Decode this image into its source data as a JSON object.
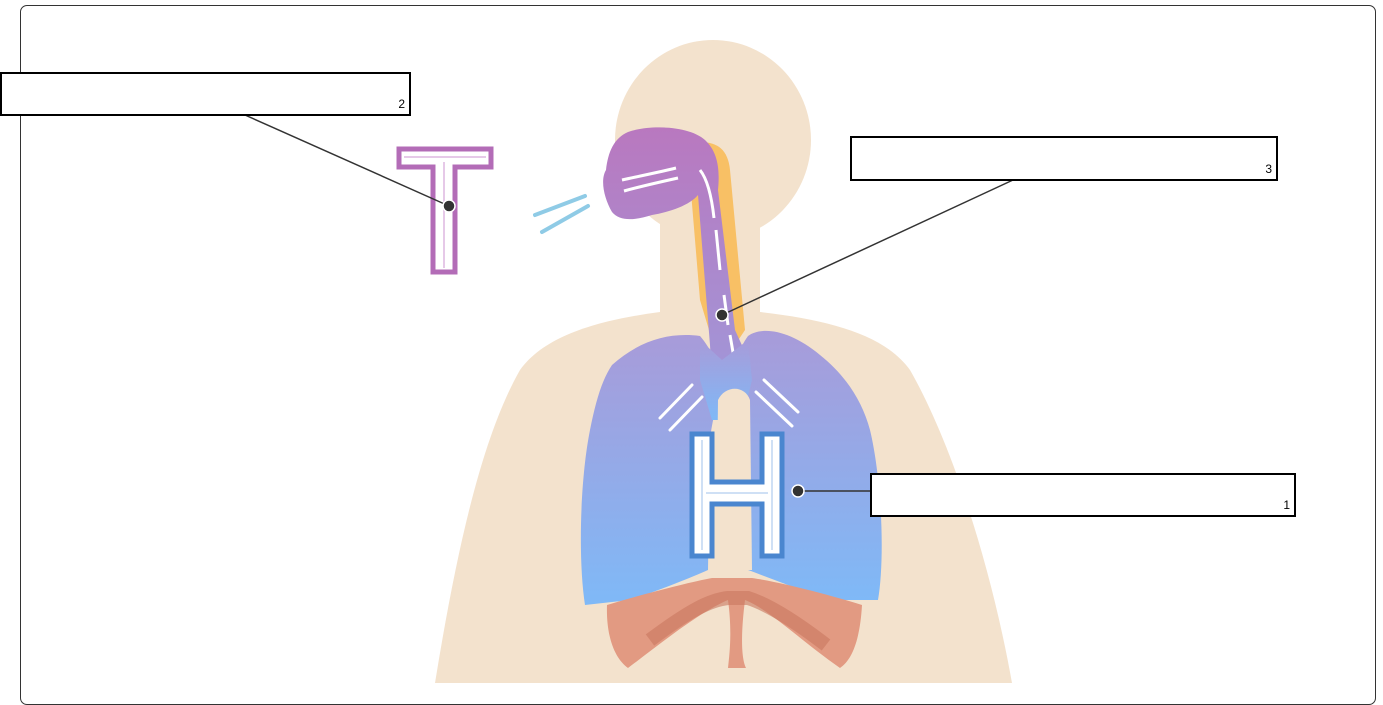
{
  "labels": [
    {
      "id": "1",
      "number": "1",
      "value": ""
    },
    {
      "id": "2",
      "number": "2",
      "value": ""
    },
    {
      "id": "3",
      "number": "3",
      "value": ""
    }
  ],
  "letters": {
    "throat_marker": "T",
    "lungs_marker": "H"
  },
  "colors": {
    "body": "#f3e2cd",
    "airway": "#b178bf",
    "esophagus": "#f8c065",
    "lungs_top": "#a79cd9",
    "lungs_bottom": "#80b8f6",
    "diaphragm": "#e29a82",
    "letter_t": "#b36cb7",
    "letter_h": "#4a86cf",
    "breath": "#8fcbe6"
  }
}
